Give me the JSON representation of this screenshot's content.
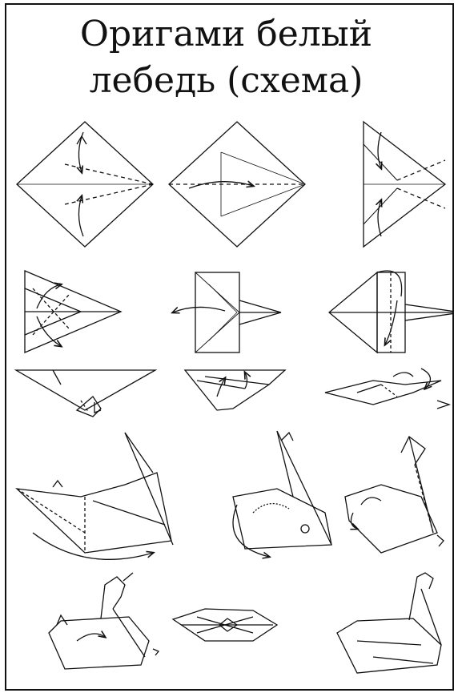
{
  "title_line1": "Оригами белый",
  "title_line2": "лебедь (схема)",
  "colors": {
    "paper": "#ffffff",
    "ink": "#111111",
    "frame": "#111111"
  },
  "steps": [
    "fold-kite-step",
    "fold-in-half-step",
    "kite-folded-step",
    "inside-fold-step",
    "reverse-fold-step",
    "neck-fold-step",
    "pleat-step-1",
    "pleat-step-2",
    "pleat-step-3",
    "swan-body-step",
    "swan-neck-up-step",
    "swan-head-step",
    "swan-head-detail-step",
    "swan-top-view-step",
    "swan-final-step"
  ]
}
